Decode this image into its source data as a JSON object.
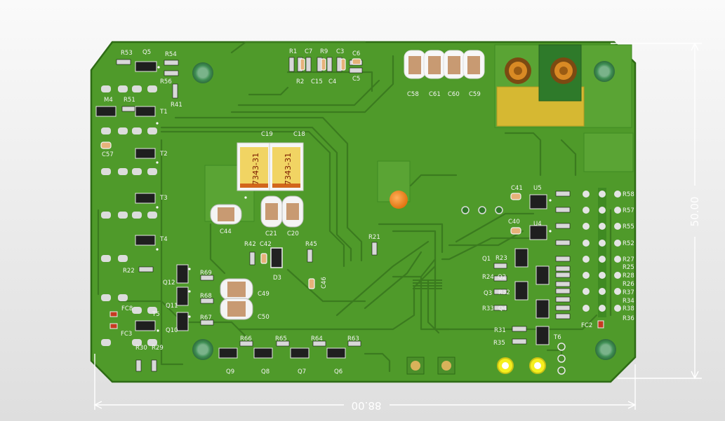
{
  "colors": {
    "background": "#eaeaea",
    "board": "#4f9a2a",
    "copper": "#5ea936",
    "trace": "#3a7a1e",
    "silk": "#ffffff",
    "pad": "#d9d9d9",
    "gold": "#d6b832",
    "cap_tan": "#f1d463",
    "mount_ring": "#3a8a4a"
  },
  "dimensions": {
    "width_label": "88.00",
    "height_label": "50.00"
  },
  "tantalum_marking": "7343-31",
  "components": {
    "top_left": [
      "R53",
      "Q5",
      "R54",
      "R56",
      "R41",
      "M4",
      "R51",
      "T1",
      "C57",
      "T2",
      "T3",
      "T4",
      "R22"
    ],
    "mid_left": [
      "Q12",
      "R69",
      "Q11",
      "R68",
      "Q10",
      "R67",
      "FC8",
      "FC3",
      "T5",
      "R30",
      "R29"
    ],
    "bottom_row": [
      "R66",
      "R65",
      "R64",
      "R63",
      "Q9",
      "Q8",
      "Q7",
      "Q6"
    ],
    "top_center": [
      "R1",
      "C7",
      "R9",
      "C3",
      "C6",
      "R2",
      "C15",
      "C4",
      "C5"
    ],
    "caps_top": [
      "C58",
      "C61",
      "C60",
      "C59"
    ],
    "center": [
      "C19",
      "C18",
      "C44",
      "C21",
      "C20",
      "R42",
      "C42",
      "D3",
      "R45",
      "C46",
      "C49",
      "C50",
      "R21"
    ],
    "right": [
      "C41",
      "U5",
      "C40",
      "U4",
      "Q1",
      "R23",
      "R24",
      "Q2",
      "Q3",
      "R32",
      "R33",
      "Q4",
      "R31",
      "R35",
      "T6",
      "FC2"
    ],
    "right_column": [
      "R58",
      "R57",
      "R55",
      "R52",
      "R27",
      "R25",
      "R28",
      "R26",
      "R37",
      "R34",
      "R38",
      "R36"
    ]
  }
}
